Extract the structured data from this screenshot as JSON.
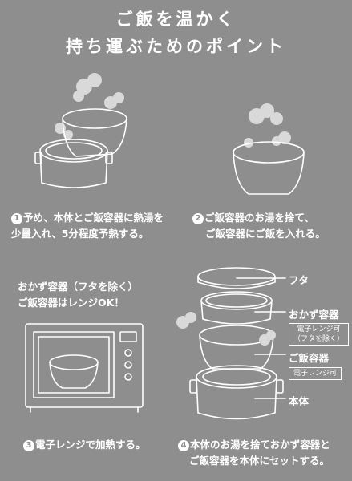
{
  "title": {
    "line1": "ご飯を温かく",
    "line2": "持ち運ぶためのポイント"
  },
  "steps": [
    {
      "num": "1",
      "line1": "予め、本体とご飯容器に熱湯を",
      "line2": "少量入れ、5分程度予熱する。"
    },
    {
      "num": "2",
      "line1": "ご飯容器のお湯を捨て、",
      "line2": "ご飯容器にご飯を入れる。"
    },
    {
      "num": "3",
      "line1": "電子レンジで加熱する。"
    },
    {
      "num": "4",
      "line1": "本体のお湯を捨ておかず容器と",
      "line2": "ご飯容器を本体にセットする。"
    }
  ],
  "microwave_note": {
    "line1": "おかず容器（フタを除く）",
    "line2": "ご飯容器はレンジOK！"
  },
  "parts": {
    "lid": "フタ",
    "side_dish": "おかず容器",
    "side_dish_note": "電子レンジ可\n（フタを除く）",
    "rice": "ご飯容器",
    "rice_note": "電子レンジ可",
    "body": "本体"
  },
  "colors": {
    "background": "#8e8e8e",
    "line": "#ffffff",
    "steam": "#d9d9d9"
  }
}
